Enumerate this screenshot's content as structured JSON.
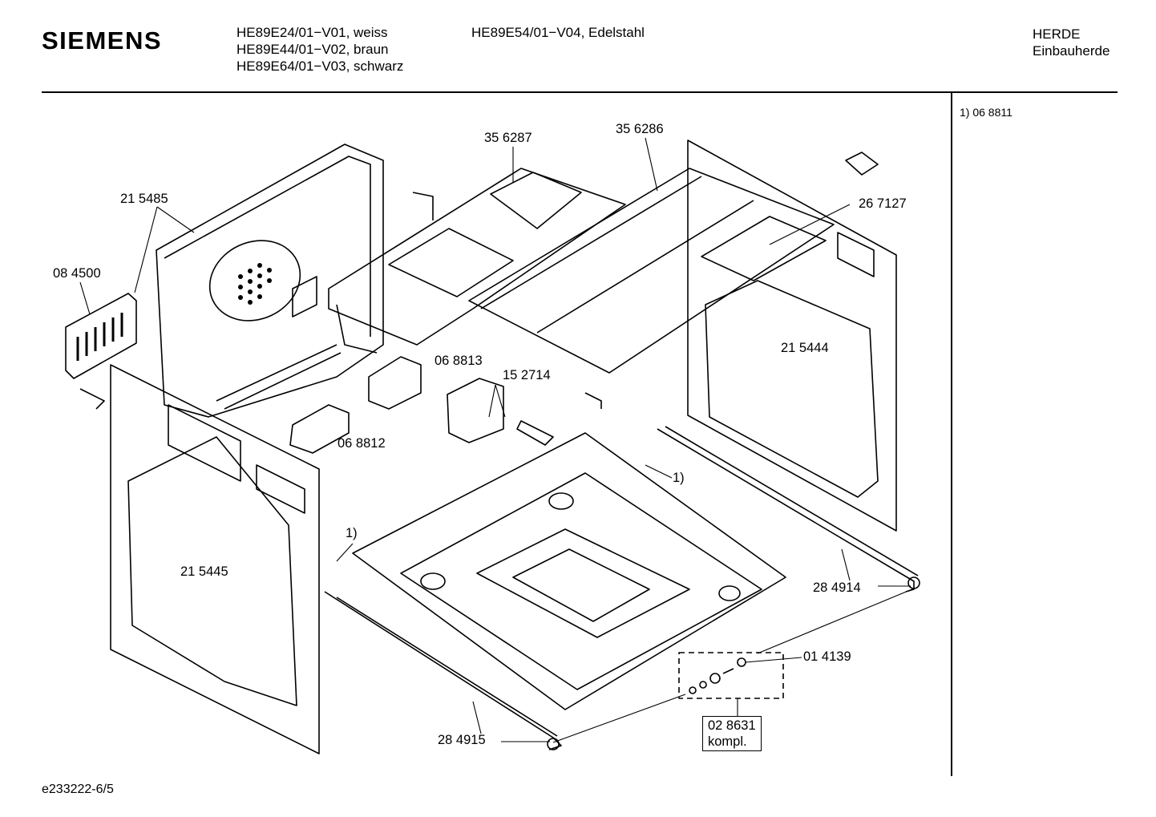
{
  "header": {
    "brand": "SIEMENS",
    "models_col1": [
      "HE89E24/01−V01, weiss",
      "HE89E44/01−V02, braun",
      "HE89E64/01−V03, schwarz"
    ],
    "models_col2": [
      "HE89E54/01−V04, Edelstahl"
    ],
    "category": [
      "HERDE",
      "Einbauherde"
    ]
  },
  "side_note": "1)  06 8811",
  "doc_id": "e233222-6/5",
  "parts": {
    "p356287": "35 6287",
    "p356286": "35 6286",
    "p215485": "21 5485",
    "p267127": "26 7127",
    "p084500": "08 4500",
    "p215444": "21 5444",
    "p068813": "06 8813",
    "p152714": "15 2714",
    "p068812": "06 8812",
    "note1a": "1)",
    "note1b": "1)",
    "p215445": "21 5445",
    "p284914": "28 4914",
    "p014139": "01 4139",
    "p028631": "02 8631",
    "kompl": "kompl.",
    "p284915": "28 4915"
  }
}
